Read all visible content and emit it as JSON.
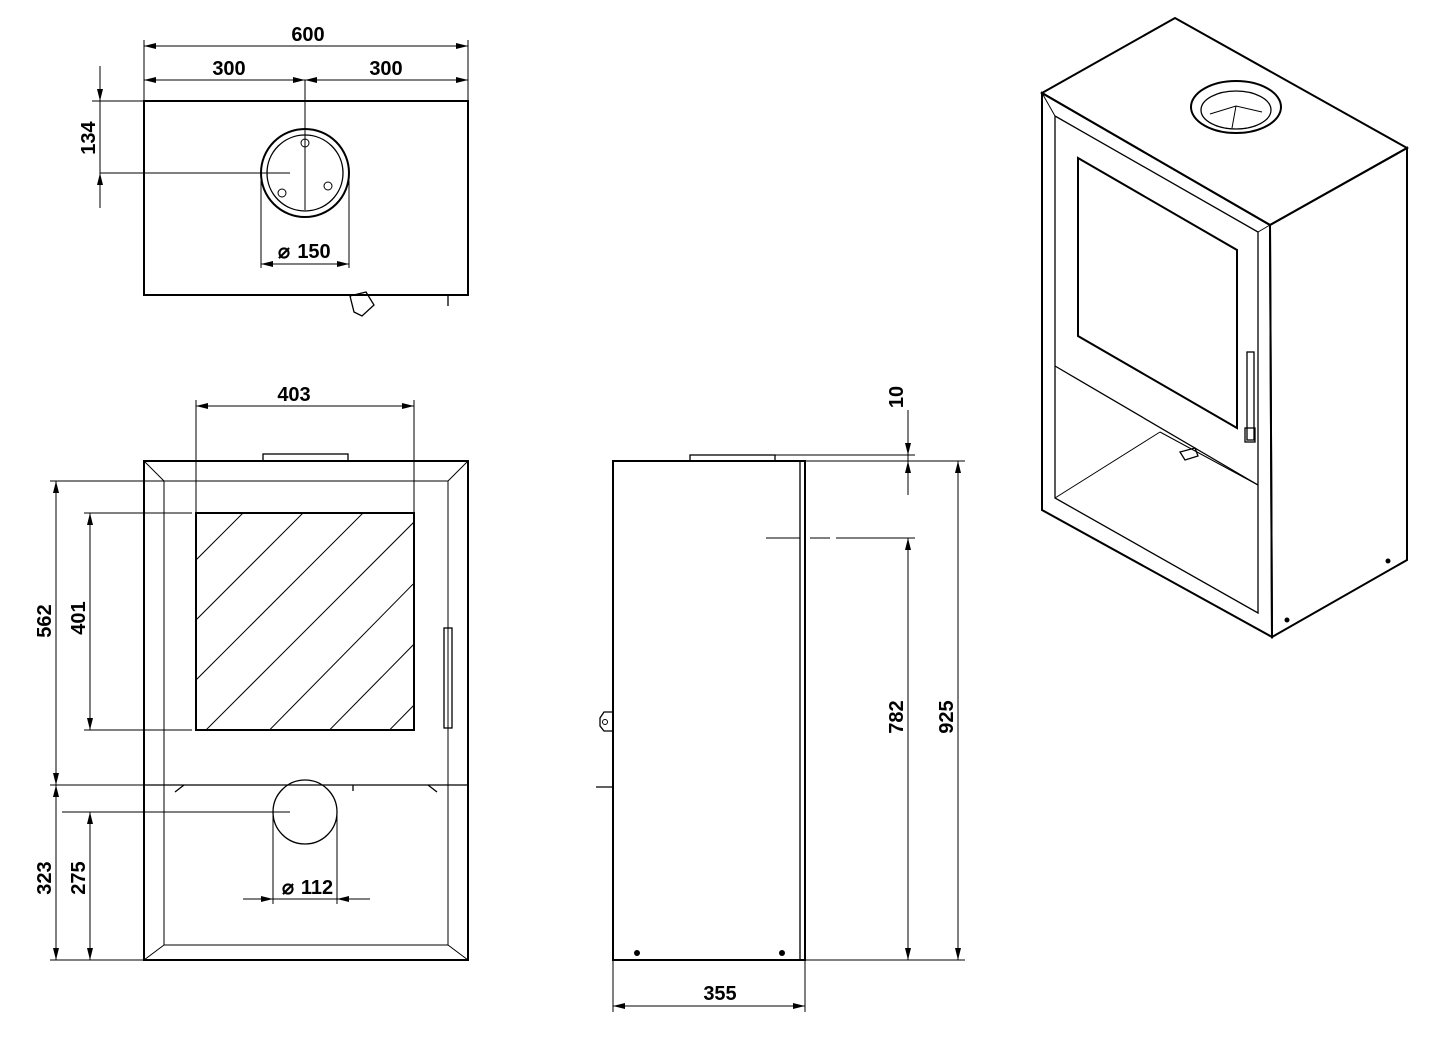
{
  "top_view": {
    "width_total": "600",
    "half_left": "300",
    "half_right": "300",
    "depth_to_flue": "134",
    "flue_diameter": "150"
  },
  "front_view": {
    "window_width": "403",
    "door_height": "562",
    "window_height": "401",
    "base_height": "323",
    "air_inlet_height": "275",
    "air_inlet_diameter": "112"
  },
  "side_view": {
    "top_offset": "10",
    "height_to_flue": "782",
    "total_height": "925",
    "depth": "355"
  },
  "symbols": {
    "diameter": "⌀"
  }
}
